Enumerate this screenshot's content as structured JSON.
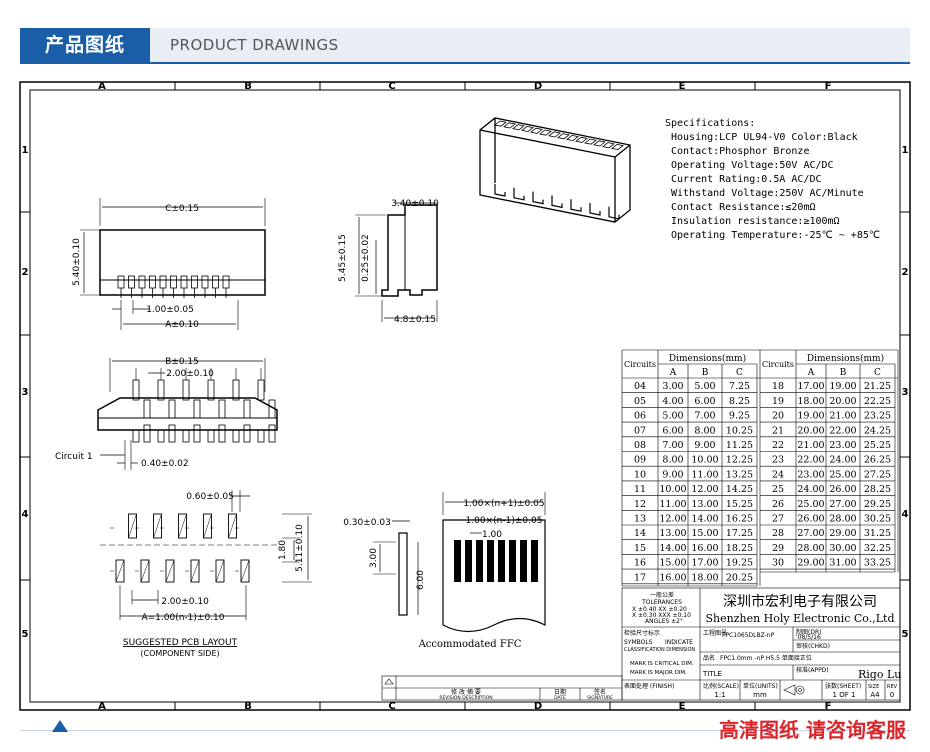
{
  "header": {
    "tab": "产品图纸",
    "subtitle": "PRODUCT DRAWINGS"
  },
  "grid": {
    "cols": [
      "A",
      "B",
      "C",
      "D",
      "E",
      "F"
    ],
    "rows": [
      "1",
      "2",
      "3",
      "4",
      "5"
    ]
  },
  "specs": {
    "title": "Specifications:",
    "lines": [
      "Housing:LCP UL94-V0 Color:Black",
      "Contact:Phosphor Bronze",
      "Operating Voltage:50V AC/DC",
      "Current Rating:0.5A AC/DC",
      "Withstand Voltage:250V AC/Minute",
      "Contact Resistance:≤20mΩ",
      "Insulation resistance:≥100mΩ",
      "Operating Temperature:-25℃ ~ +85℃"
    ]
  },
  "dims": {
    "c": "C±0.15",
    "h540": "5.40±0.10",
    "p100": "1.00±0.05",
    "a": "A±0.10",
    "w340": "3.40±0.10",
    "h545": "5.45±0.15",
    "t025": "0.25±0.02",
    "w48": "4.8±0.15",
    "b": "B±0.15",
    "p200": "2.00±0.10",
    "circuit1": "Circuit 1",
    "w040": "0.40±0.02",
    "p060": "0.60±0.05",
    "h180": "1.80",
    "h511": "5.11±0.10",
    "p200b": "2.00±0.10",
    "an1": "A=1.00(n-1)±0.10",
    "ffc1": "1.00×(n+1)±0.05",
    "ffc2": "1.00×(n-1)±0.05",
    "ffc3": "1.00",
    "t030": "0.30±0.03",
    "h300": "3.00",
    "h600": "6.00"
  },
  "labels": {
    "pcb1": "SUGGESTED PCB LAYOUT",
    "pcb2": "(COMPONENT SIDE)",
    "ffc": "Accommodated FFC"
  },
  "table": {
    "h_circuits": "Circuits",
    "h_dims": "Dimensions(mm)",
    "abc": [
      "A",
      "B",
      "C"
    ],
    "left": [
      [
        "04",
        "3.00",
        "5.00",
        "7.25"
      ],
      [
        "05",
        "4.00",
        "6.00",
        "8.25"
      ],
      [
        "06",
        "5.00",
        "7.00",
        "9.25"
      ],
      [
        "07",
        "6.00",
        "8.00",
        "10.25"
      ],
      [
        "08",
        "7.00",
        "9.00",
        "11.25"
      ],
      [
        "09",
        "8.00",
        "10.00",
        "12.25"
      ],
      [
        "10",
        "9.00",
        "11.00",
        "13.25"
      ],
      [
        "11",
        "10.00",
        "12.00",
        "14.25"
      ],
      [
        "12",
        "11.00",
        "13.00",
        "15.25"
      ],
      [
        "13",
        "12.00",
        "14.00",
        "16.25"
      ],
      [
        "14",
        "13.00",
        "15.00",
        "17.25"
      ],
      [
        "15",
        "14.00",
        "16.00",
        "18.25"
      ],
      [
        "16",
        "15.00",
        "17.00",
        "19.25"
      ],
      [
        "17",
        "16.00",
        "18.00",
        "20.25"
      ]
    ],
    "right": [
      [
        "18",
        "17.00",
        "19.00",
        "21.25"
      ],
      [
        "19",
        "18.00",
        "20.00",
        "22.25"
      ],
      [
        "20",
        "19.00",
        "21.00",
        "23.25"
      ],
      [
        "21",
        "20.00",
        "22.00",
        "24.25"
      ],
      [
        "22",
        "21.00",
        "23.00",
        "25.25"
      ],
      [
        "23",
        "22.00",
        "24.00",
        "26.25"
      ],
      [
        "24",
        "23.00",
        "25.00",
        "27.25"
      ],
      [
        "25",
        "24.00",
        "26.00",
        "28.25"
      ],
      [
        "26",
        "25.00",
        "27.00",
        "29.25"
      ],
      [
        "27",
        "26.00",
        "28.00",
        "30.25"
      ],
      [
        "28",
        "27.00",
        "29.00",
        "31.25"
      ],
      [
        "29",
        "28.00",
        "30.00",
        "32.25"
      ],
      [
        "30",
        "29.00",
        "31.00",
        "33.25"
      ]
    ]
  },
  "titleblock": {
    "tol_title": "一般公差",
    "tol_sub": "TOLERANCES",
    "tol1": "X ±0.40  XX ±0.20",
    "tol2": "X ±0.30  XXX ±0.10",
    "tol3": "ANGLES  ±2°",
    "company_cn": "深圳市宏利电子有限公司",
    "company_en": "Shenzhen Holy Electronic Co.,Ltd",
    "inspect": "检验尺寸标示",
    "sym1": "SYMBOLS",
    "sym2": "INDICATE",
    "sym3": "CLASSIFICATION DIMENSION",
    "mk1": "MARK IS CRITICAL DIM.",
    "mk2": "MARK IS MAJOR DIM.",
    "finish": "表面处理 (FINISH)",
    "draw_no_lbl": "工程图号",
    "draw_no": "FPC1065DLBZ-nP",
    "prod_lbl": "品名",
    "prod": "FPC1.0mm -nP H5.5 单面接正位",
    "title_lbl": "TITLE",
    "dr_lbl": "制图(DR)",
    "dr_date": "'08/5/16",
    "chkd_lbl": "审核(CHKD)",
    "appd_lbl": "核准(APPD)",
    "appd": "Rigo Lu",
    "scale_lbl": "比例(SCALE)",
    "scale": "1:1",
    "units_lbl": "单位(UNITS)",
    "units": "mm",
    "sheet_lbl": "张数(SHEET)",
    "sheet": "1 OF 1",
    "size_lbl": "SIZE",
    "size": "A4",
    "rev_lbl": "REV",
    "rev": "0",
    "rev_hdr1": "修 改 摘 要",
    "rev_hdr1en": "REVISION DESCRIPTION",
    "rev_hdr2": "日期",
    "rev_hdr2en": "DATE",
    "rev_hdr3": "签名",
    "rev_hdr3en": "SIGNATURE"
  },
  "footer": {
    "text": "高清图纸 请咨询客服"
  }
}
